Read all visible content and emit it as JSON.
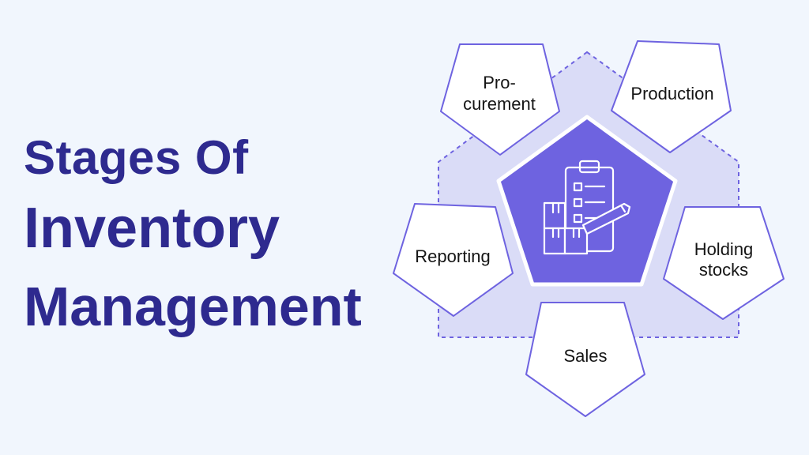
{
  "title": {
    "line1": "Stages Of",
    "line2": "Inventory",
    "line3": "Management"
  },
  "colors": {
    "title": "#2e2a8f",
    "accent": "#6e63e0",
    "hexagon_fill": "#dadcf7",
    "node_stroke": "#6e63e0",
    "background": "#f1f6fd"
  },
  "center_icon": "inventory-clipboard-boxes-icon",
  "stages": [
    {
      "id": "procurement",
      "line1": "Pro-",
      "line2": "curement"
    },
    {
      "id": "production",
      "line1": "Production",
      "line2": ""
    },
    {
      "id": "holding-stocks",
      "line1": "Holding",
      "line2": "stocks"
    },
    {
      "id": "sales",
      "line1": "Sales",
      "line2": ""
    },
    {
      "id": "reporting",
      "line1": "Reporting",
      "line2": ""
    }
  ]
}
